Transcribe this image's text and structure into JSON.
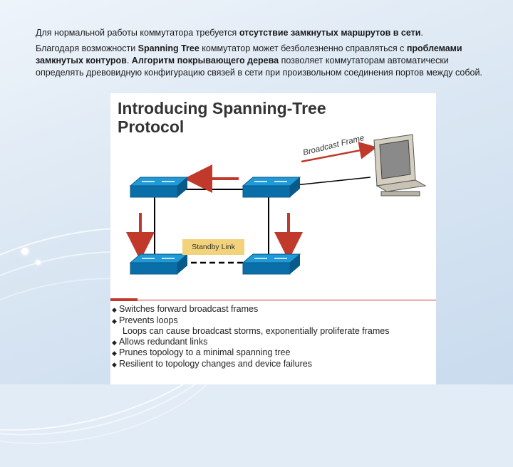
{
  "intro": {
    "p1_before": "Для нормальной работы коммутатора требуется ",
    "p1_bold": "отсутствие замкнутых маршрутов в сети",
    "p1_after": ".",
    "p2_1": "Благодаря возможности ",
    "p2_2": "Spanning Tree",
    "p2_3": " коммутатор может безболезненно справляться с ",
    "p2_4": "проблемами замкнутых контуров",
    "p2_5": ". ",
    "p2_6": "Алгоритм покрывающего дерева",
    "p2_7": " позволяет коммутаторам автоматически определять древовидную конфигурацию связей в сети при произвольном соединения портов между собой."
  },
  "figure": {
    "title_line1": "Introducing Spanning-Tree",
    "title_line2": "Protocol",
    "broadcast_label": "Broadcast Frame",
    "standby_label": "Standby Link",
    "bullets": [
      {
        "text": "Switches forward broadcast frames",
        "sub": false
      },
      {
        "text": "Prevents loops",
        "sub": false
      },
      {
        "text": "Loops can cause broadcast storms, exponentially proliferate frames",
        "sub": true
      },
      {
        "text": "Allows redundant links",
        "sub": false
      },
      {
        "text": "Prunes topology to a minimal spanning tree",
        "sub": false
      },
      {
        "text": "Resilient to topology changes and device failures",
        "sub": false
      }
    ],
    "bullet_glyph": "◆"
  },
  "colors": {
    "arrow": "#c0392b",
    "switch_top": "#1f9ad6",
    "switch_side": "#0a6fa8",
    "standby_bg": "#f2d27a"
  }
}
